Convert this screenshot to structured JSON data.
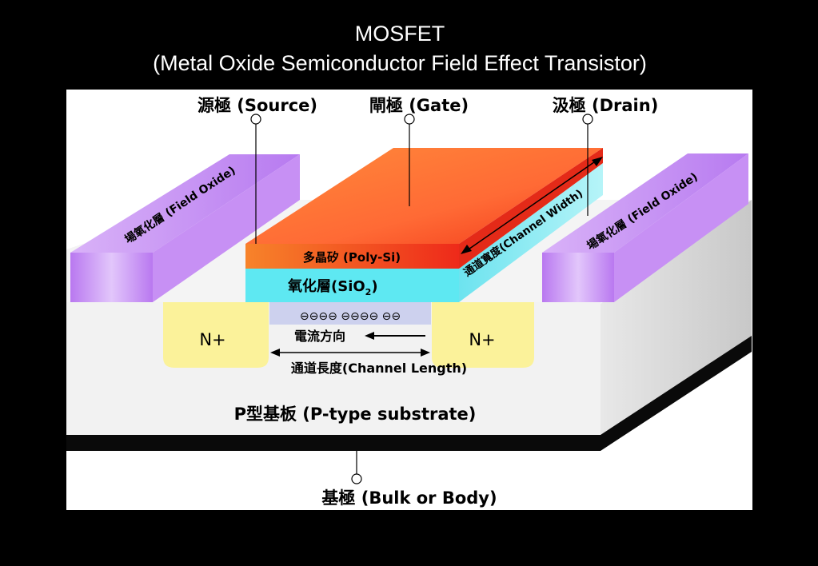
{
  "slide": {
    "title_line1": "MOSFET",
    "title_line2": "(Metal Oxide Semiconductor Field Effect Transistor)"
  },
  "diagram": {
    "source_label": "源極 (Source)",
    "gate_label": "閘極 (Gate)",
    "drain_label": "汲極 (Drain)",
    "field_oxide_label": "場氧化層 (Field Oxide)",
    "polysi_label": "多晶矽 (Poly-Si)",
    "oxide_label_main": "氧化層(SiO",
    "oxide_label_sub": "2",
    "oxide_label_close": ")",
    "channel_width_label": "通道寬度(Channel Width)",
    "n_plus_label": "N+",
    "electrons": "⊖⊖⊖⊖ ⊖⊖⊖⊖ ⊖⊖",
    "current_label": "電流方向",
    "channel_length_label": "通道長度(Channel Length)",
    "substrate_label": "P型基板 (P-type substrate)",
    "bulk_label": "基極 (Bulk or Body)"
  },
  "colors": {
    "background": "#000000",
    "polysi_top": "#ff6a2a",
    "polysi_front": "#f05a1a",
    "oxide": "#5ee8f2",
    "field_oxide": "#c88cf5",
    "n_plus": "#fbf29a",
    "substrate": "#efefef",
    "channel": "#cdd1ee"
  }
}
